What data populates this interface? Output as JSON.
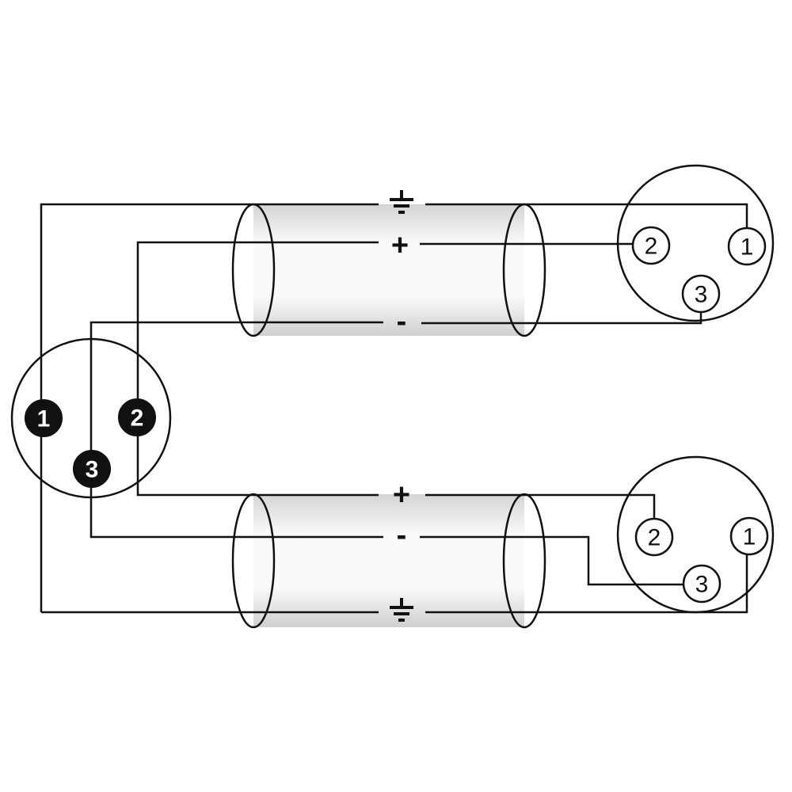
{
  "diagram": {
    "left_connector": {
      "pins": [
        "1",
        "2",
        "3"
      ],
      "style": "filled"
    },
    "top_right_connector": {
      "pins": [
        "1",
        "2",
        "3"
      ]
    },
    "bottom_right_connector": {
      "pins": [
        "1",
        "2",
        "3"
      ]
    },
    "top_cable": {
      "signals": [
        "ground-icon",
        "+",
        "-"
      ]
    },
    "bottom_cable": {
      "signals": [
        "+",
        "-",
        "ground-icon"
      ]
    }
  },
  "colors": {
    "line": "#111111",
    "cable_shade": "#d8d8d8"
  }
}
